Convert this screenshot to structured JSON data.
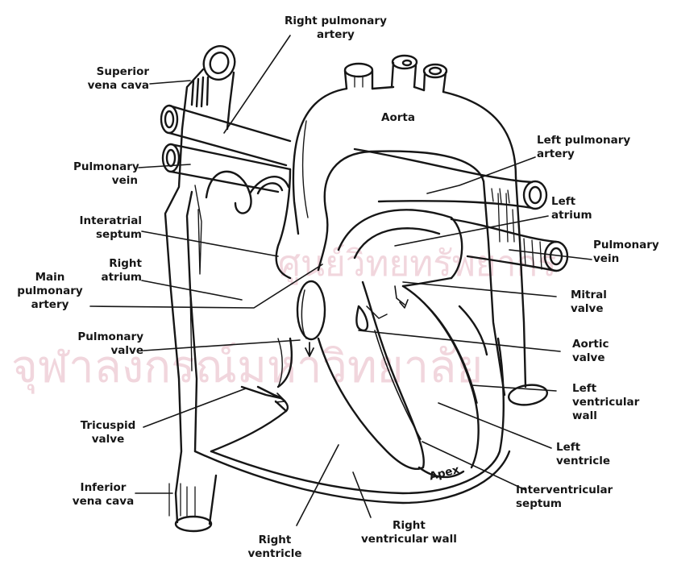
{
  "watermark": {
    "row1": "ศูนย์วิทยทรัพยากร",
    "row2": "จุฬาลงกรณ์มหาวิทยาลัย"
  },
  "labels": {
    "right_pulmonary_artery": "Right pulmonary\nartery",
    "superior_vena_cava": "Superior\nvena cava",
    "aorta": "Aorta",
    "left_pulmonary_artery": "Left pulmonary\nartery",
    "pulmonary_vein_left_side": "Pulmonary\nvein",
    "left_atrium": "Left\natrium",
    "interatrial_septum": "Interatrial\nseptum",
    "pulmonary_vein_right_side": "Pulmonary\nvein",
    "right_atrium": "Right\natrium",
    "main_pulmonary_artery": "Main\npulmonary\nartery",
    "mitral_valve": "Mitral\nvalve",
    "pulmonary_valve": "Pulmonary\nvalve",
    "aortic_valve": "Aortic\nvalve",
    "left_ventricular_wall": "Left\nventricular\nwall",
    "tricuspid_valve": "Tricuspid\nvalve",
    "left_ventricle": "Left\nventricle",
    "inferior_vena_cava": "Inferior\nvena cava",
    "apex": "Apex",
    "interventricular_septum": "Interventricular\nseptum",
    "right_ventricle": "Right\nventricle",
    "right_ventricular_wall": "Right\nventricular wall"
  },
  "colors": {
    "ink": "#161616",
    "watermark": "#f1d6dd",
    "background": "#ffffff"
  }
}
